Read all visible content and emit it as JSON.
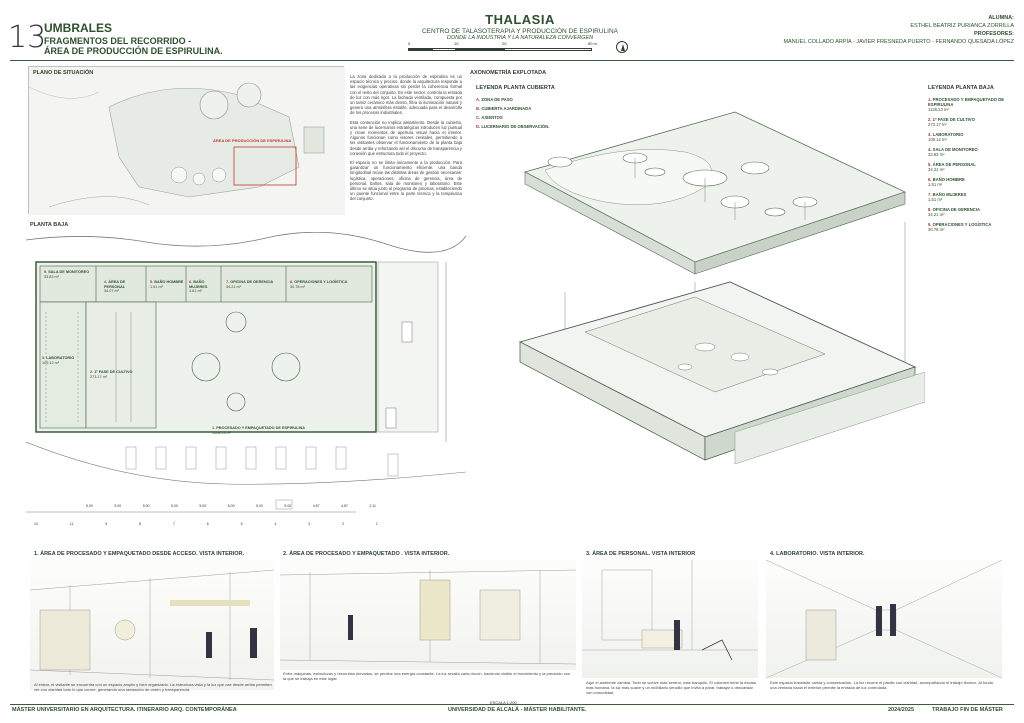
{
  "header": {
    "sheet_number": "13",
    "title": "UMBRALES",
    "subtitle_1": "FRAGMENTOS DEL RECORRIDO -",
    "subtitle_2": "ÁREA DE PRODUCCIÓN DE ESPIRULINA.",
    "project_title": "THALASIA",
    "project_sub": "CENTRO DE TALASOTERAPIA Y PRODUCCIÓN DE ESPIRULINA",
    "project_tagline": "DONDE LA INDUSTRIA Y LA NATURALEZA CONVERGEN",
    "scale_ticks": [
      "0",
      "10",
      "20",
      "80 m"
    ],
    "student_label": "ALUMNA:",
    "student_name": "ESTHEL BEATRIZ PURIANCA ZORRILLA",
    "professors_label": "PROFESORES:",
    "professors": "MANUEL COLLADO ARPÍA - JAVIER FRESNEDA PUERTO - FERNANDO QUESADA LÓPEZ"
  },
  "situacion": {
    "title": "PLANO DE SITUACIÓN",
    "area_label": "ÁREA DE PRODUCCIÓN DE ESPIRULINA",
    "paragraph_1": "La zona dedicada a la producción de espirulina es un espacio técnico y preciso, donde la arquitectura responde a las exigencias operativas sin perder la coherencia formal con el resto del conjunto. En este sector, controla la entrada de luz con más rigor. La fachada ventilada, compuesta por un tamiz cerámico más denso, filtra la iluminación natural y genera una atmósfera estable, adecuada para el desarrollo de los procesos industriales.",
    "paragraph_2": "Esta contención no implica aislamiento. Desde la cubierta, una serie de lucernarios estratégicos introducen luz puntual y crean momentos de apertura visual hacia el interior. Algunos funcionan como visores cenitales, permitiendo a los visitantes observar el funcionamiento de la planta baja desde arriba y reforzando así el discurso de transparencia y conexión que estructura todo el proyecto.",
    "paragraph_3": "El espacio no se limita únicamente a la producción. Para garantizar un funcionamiento eficiente, una banda longitudinal reúne las distintas áreas de gestión necesarias: logística, operaciones, oficina de gerencia, área de personal, baños, sala de monitoreo y laboratorio. Este último se sitúa junto al programa de piscinas, estableciendo un puente funcional entre la parte técnica y la terapéutica del conjunto."
  },
  "planta": {
    "title": "PLANTA BAJA",
    "rooms": [
      {
        "num": "1.",
        "name": "PROCESADO Y EMPAQUETADO DE ESPIRULINA",
        "area": "1128.23 m²"
      },
      {
        "num": "2.",
        "name": "1º FASE DE CULTIVO",
        "area": "273.17 m²"
      },
      {
        "num": "3.",
        "name": "LABORATORIO",
        "area": "109.12 m²"
      },
      {
        "num": "4.",
        "name": "ÁREA DE PERSONAL",
        "area": "34.07 m²"
      },
      {
        "num": "5.",
        "name": "BAÑO HOMBRE",
        "area": "1.61 m²"
      },
      {
        "num": "6.",
        "name": "BAÑO MUJERES",
        "area": "1.61 m²"
      },
      {
        "num": "7.",
        "name": "OFICINA DE GERENCIA",
        "area": "34.21 m²"
      },
      {
        "num": "8.",
        "name": "OPERACIONES Y LOGÍSTICA",
        "area": "30.78 m²"
      },
      {
        "num": "9.",
        "name": "SALA DE MONITOREO",
        "area": "33.83 m²"
      }
    ],
    "dims": [
      "5.00",
      "5.00",
      "5.00",
      "5.00",
      "5.00",
      "5.00",
      "5.00",
      "5.00",
      "4.87",
      "4.87",
      "2.11"
    ],
    "grid_numbers": [
      "10",
      "11",
      "9",
      "8",
      "7",
      "6",
      "5",
      "4",
      "3",
      "2",
      "1"
    ],
    "scale": "ESCALA 1:200"
  },
  "axo": {
    "title": "AXONOMETRÍA EXPLOTADA",
    "legend_roof_title": "LEYENDA PLANTA CUBIERTA",
    "legend_roof": [
      {
        "letter": "A.",
        "text": "ZONA DE PASO"
      },
      {
        "letter": "B.",
        "text": "CUBIERTA AJARDINADA"
      },
      {
        "letter": "C.",
        "text": "ASIENTOS"
      },
      {
        "letter": "D.",
        "text": "LUCERNARIO DE OBSERVACIÓN."
      }
    ],
    "legend_ground_title": "LEYENDA PLANTA BAJA",
    "legend_ground": [
      {
        "num": "1.",
        "text": "PROCESADO Y EMPAQUETADO DE ESPIRULINA",
        "area": "1128.23 m²"
      },
      {
        "num": "2.",
        "text": "1º FASE DE CULTIVO",
        "area": "273.17 m²"
      },
      {
        "num": "3.",
        "text": "LABORATORIO",
        "area": "109.12 m²"
      },
      {
        "num": "4.",
        "text": "SALA DE MONITOREO",
        "area": "33.83 m²"
      },
      {
        "num": "5.",
        "text": "ÁREA DE PERSONAL",
        "area": "34.21 m²"
      },
      {
        "num": "6.",
        "text": "BAÑO HOMBRE",
        "area": "1.51 m²"
      },
      {
        "num": "7.",
        "text": "BAÑO MUJERES",
        "area": "1.51 m²"
      },
      {
        "num": "8.",
        "text": "OFICINA DE GERENCIA",
        "area": "34.21 m²"
      },
      {
        "num": "9.",
        "text": "OPERACIONES Y LOGÍSTICA",
        "area": "30.78 m²"
      }
    ]
  },
  "views": [
    {
      "title": "1. ÁREA DE PROCESADO Y EMPAQUETADO DESDE ACCESO. VISTA INTERIOR.",
      "caption": "Al entrar, el visitante se encuentra con un espacio amplio y bien organizado. La estructura vista y la luz que cae desde arriba permiten ver con claridad todo lo que ocurre, generando una sensación de orden y transparencia."
    },
    {
      "title": "2. ÁREA DE PROCESADO Y EMPAQUETADO . VISTA INTERIOR.",
      "caption": "Entre máquinas, estructuras y recorridos elevados, se percibe una energía constante. La luz resalta cada rincón, haciendo visible el movimiento y la precisión con la que se trabaja en este lugar."
    },
    {
      "title": "3. ÁREA DE PERSONAL. VISTA INTERIOR",
      "caption": "Aquí el ambiente cambia. Todo se vuelve más sereno, más tranquilo. El volumen tiene la escala más humana, la luz más suave y un mobiliario sencillo que invita a parar, trabajar o descansar con comodidad."
    },
    {
      "title": "4. LABORATORIO. VISTA INTERIOR.",
      "caption": "Este espacio transmite calma y concentración. La luz recorre el pasillo con claridad, acompañando el trabajo técnico. Al fondo, una ventana hacia el exterior permite la entrada de luz controlada."
    }
  ],
  "footer": {
    "left": "MÁSTER UNIVERSITARIO EN ARQUITECTURA. ITINERARIO ARQ. CONTEMPORÁNEA",
    "center": "UNIVERSIDAD DE ALCALÁ - MÁSTER HABILITANTE.",
    "year": "2024/2025",
    "right": "TRABAJO FIN DE MÁSTER"
  },
  "colors": {
    "accent": "#2f4f2f",
    "highlight": "#a53a3a",
    "paper": "#ffffff"
  }
}
